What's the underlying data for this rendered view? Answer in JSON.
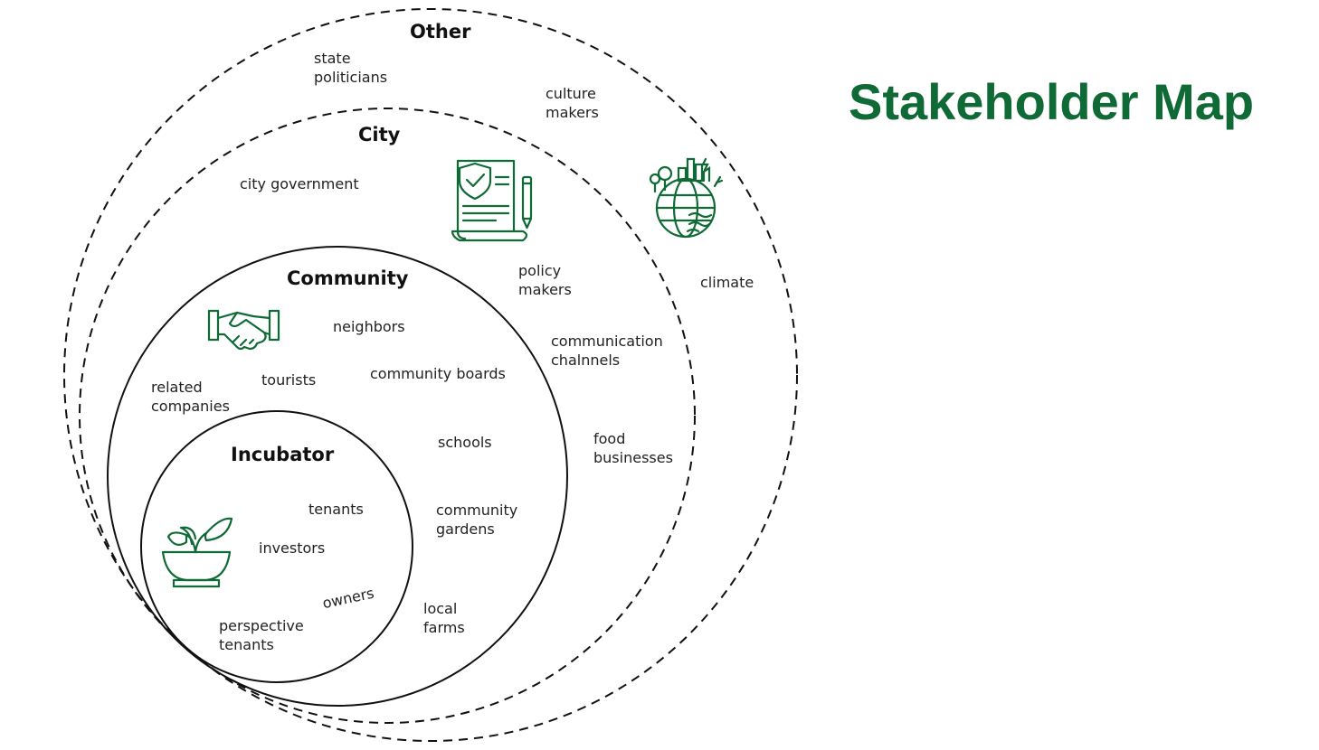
{
  "title": "Stakeholder Map",
  "colors": {
    "accent": "#0f6a35",
    "ink": "#111111"
  },
  "rings": [
    {
      "name": "Other",
      "style": "dashed"
    },
    {
      "name": "City",
      "style": "dashed"
    },
    {
      "name": "Community",
      "style": "solid"
    },
    {
      "name": "Incubator",
      "style": "solid"
    }
  ],
  "stakeholders": {
    "other": [
      {
        "lines": [
          "state",
          "politicians"
        ]
      },
      {
        "lines": [
          "culture",
          "makers"
        ]
      },
      {
        "lines": [
          "climate"
        ]
      }
    ],
    "city": [
      {
        "lines": [
          "city government"
        ]
      },
      {
        "lines": [
          "policy",
          "makers"
        ]
      },
      {
        "lines": [
          "communication",
          "chalnnels"
        ]
      },
      {
        "lines": [
          "food",
          "businesses"
        ]
      }
    ],
    "community": [
      {
        "lines": [
          "neighbors"
        ]
      },
      {
        "lines": [
          "related",
          "companies"
        ]
      },
      {
        "lines": [
          "tourists"
        ]
      },
      {
        "lines": [
          "community boards"
        ]
      },
      {
        "lines": [
          "schools"
        ]
      },
      {
        "lines": [
          "community",
          "gardens"
        ]
      },
      {
        "lines": [
          "local",
          "farms"
        ]
      }
    ],
    "incubator": [
      {
        "lines": [
          "tenants"
        ]
      },
      {
        "lines": [
          "investors"
        ]
      },
      {
        "lines": [
          "owners"
        ]
      },
      {
        "lines": [
          "perspective",
          "tenants"
        ]
      }
    ]
  },
  "icons": [
    "policy-document-shield-icon",
    "globe-city-climate-icon",
    "handshake-icon",
    "plant-bowl-icon"
  ]
}
